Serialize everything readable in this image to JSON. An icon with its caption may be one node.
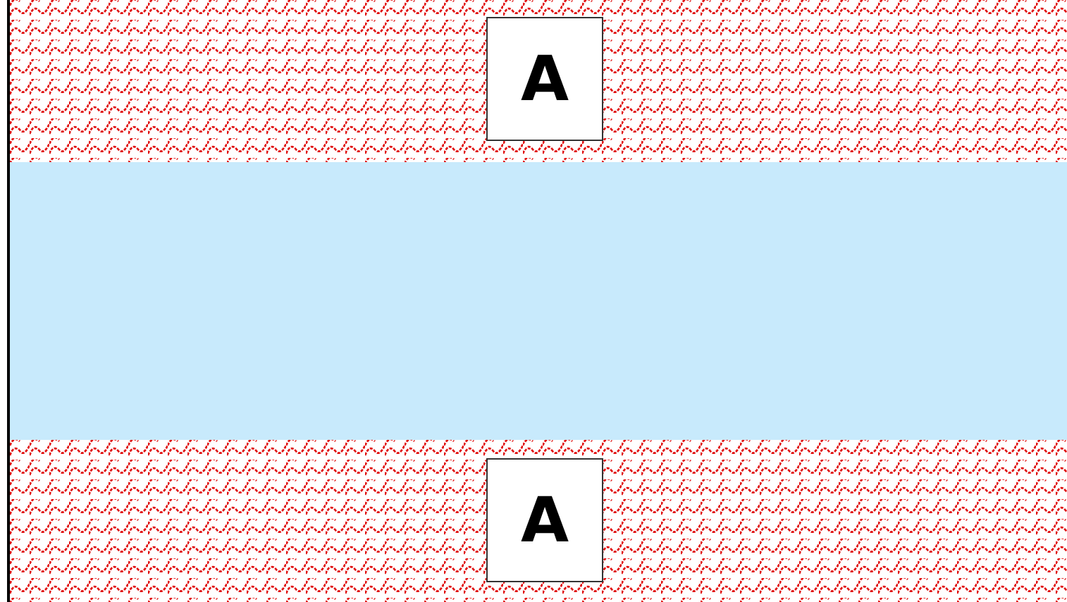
{
  "diagram": {
    "nodes": [
      {
        "text": [],
        "shape": "band"
      },
      {
        "text": [
          "A"
        ],
        "in": 0
      },
      {
        "text": [],
        "shape": "band"
      },
      {
        "text": [],
        "shape": "band"
      },
      {
        "text": [
          "A"
        ],
        "in": 3
      }
    ]
  }
}
